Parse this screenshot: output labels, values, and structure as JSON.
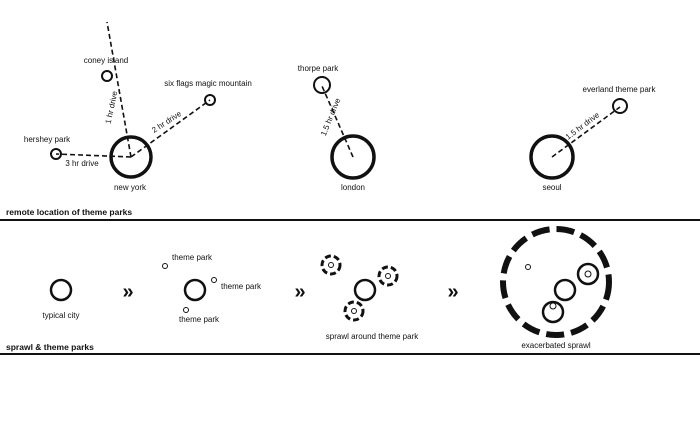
{
  "colors": {
    "ink": "#111111",
    "background": "#ffffff"
  },
  "section_top": {
    "caption": "remote location of theme parks",
    "new_york": {
      "city": "new york",
      "parks": {
        "coney": "coney island",
        "six_flags": "six flags magic mountain",
        "hershey": "hershey park"
      },
      "drives": {
        "coney": "1 hr drive",
        "six_flags": "2 hr drive",
        "hershey": "3 hr drive"
      }
    },
    "london": {
      "city": "london",
      "park": "thorpe park",
      "drive": "1.5 hr drive"
    },
    "seoul": {
      "city": "seoul",
      "park": "everland theme park",
      "drive": "1.5 hr drive"
    }
  },
  "section_bottom": {
    "caption": "sprawl & theme parks",
    "arrow_glyph": "»",
    "stage1": {
      "label": "typical city"
    },
    "stage2": {
      "park_a": "theme park",
      "park_b": "theme park",
      "park_c": "theme park"
    },
    "stage3": {
      "label": "sprawl around theme park"
    },
    "stage4": {
      "label": "exacerbated sprawl"
    }
  }
}
